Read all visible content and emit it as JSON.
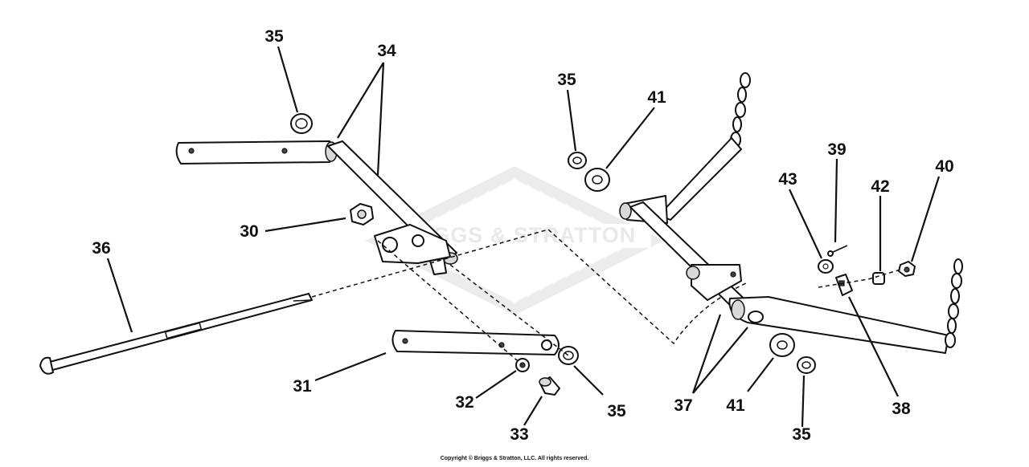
{
  "diagram": {
    "watermark": "BRIGGS & STRATTON",
    "copyright": "Copyright © Briggs & Stratton, LLC. All rights reserved.",
    "callouts": {
      "c35_top": "35",
      "c34": "34",
      "c30": "30",
      "c36": "36",
      "c31": "31",
      "c32": "32",
      "c33": "33",
      "c35_mid": "35",
      "c35_r1": "35",
      "c41_top": "41",
      "c43": "43",
      "c39": "39",
      "c42": "42",
      "c40": "40",
      "c37": "37",
      "c41_bot": "41",
      "c35_bot": "35",
      "c38": "38"
    }
  }
}
